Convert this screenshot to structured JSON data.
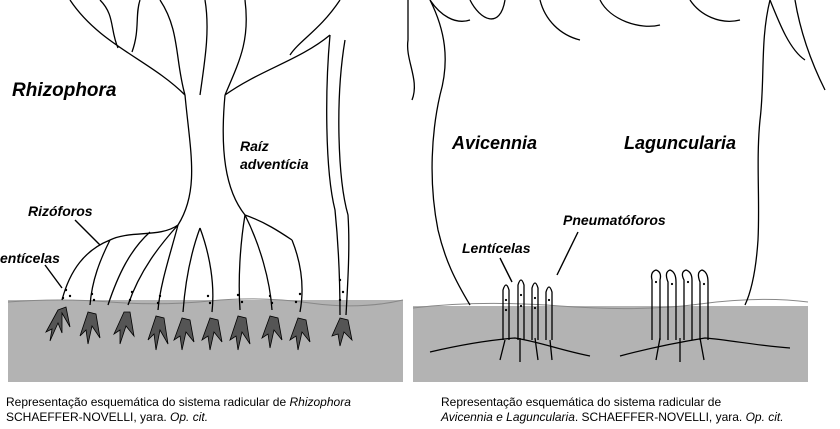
{
  "left_panel": {
    "title": "Rhizophora",
    "labels": {
      "adventitious_line1": "Raíz",
      "adventitious_line2": "adventícia",
      "rhizophores": "Rizóforos",
      "lenticels": "entícelas"
    },
    "caption": {
      "line1_prefix": "Representação esquemática do sistema radicular de ",
      "line1_italic": "Rhizophora",
      "line2_prefix": "SCHAEFFER-NOVELLI, yara. ",
      "line2_italic": "Op. cit."
    }
  },
  "right_panel": {
    "title_left": "Avicennia",
    "title_right": "Laguncularia",
    "labels": {
      "pneumatophores": "Pneumatóforos",
      "lenticels": "Lentícelas"
    },
    "caption": {
      "line1": "Representação esquemática do sistema radicular de",
      "line2_italic": "Avicennia e Laguncularia",
      "line2_mid": ". SCHAEFFER-NOVELLI, yara. ",
      "line2_italic2": "Op. cit."
    }
  },
  "colors": {
    "mud": "#b3b3b3",
    "line": "#000000",
    "background": "#ffffff"
  }
}
